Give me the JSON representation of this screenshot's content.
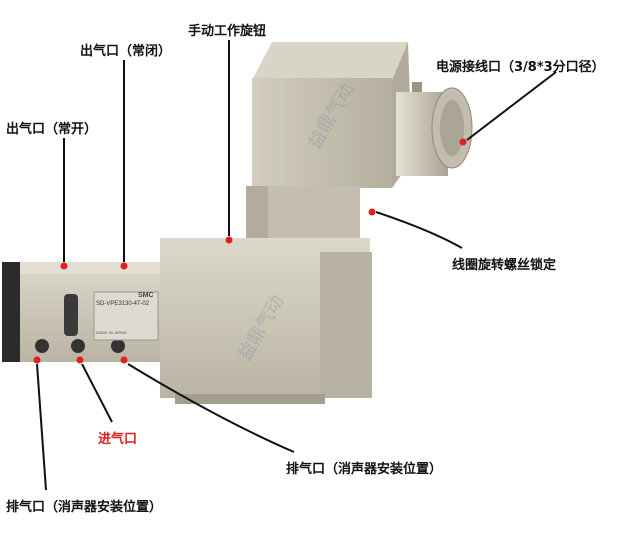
{
  "labels": {
    "outlet_nc": "出气口（常闭）",
    "manual_knob": "手动工作旋钮",
    "power_port": "电源接线口（3/8*3分口径）",
    "outlet_no": "出气口（常开）",
    "coil_lock": "线圈旋转螺丝锁定",
    "inlet": "进气口",
    "exhaust_right": "排气口（消声器安装位置）",
    "exhaust_left": "排气口（消声器安装位置）"
  },
  "product": {
    "model": "SD-VPE3130-4T-02",
    "brand": "SMC",
    "watermark": "益鼎气动",
    "origin": "MADE IN JAPAN"
  },
  "colors": {
    "marker": "#e02020",
    "label_text": "#111111",
    "inlet_text": "#e02020",
    "body_metal": "#c9c4b3"
  }
}
